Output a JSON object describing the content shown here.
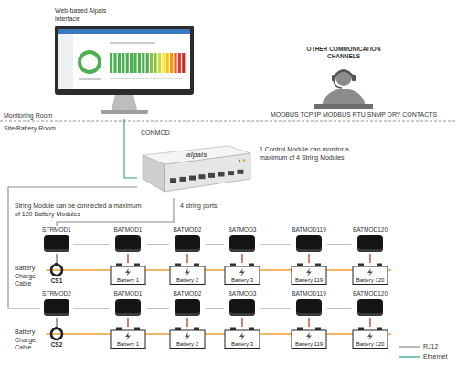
{
  "diagram": {
    "nodes": [
      {
        "text": [
          "Web-based Alpais interface"
        ]
      },
      {
        "text": [
          "OTHER COMMUNICATION CHANNELS"
        ]
      },
      {
        "text": [
          "CONMOD",
          "alpais"
        ]
      },
      {
        "text": [
          "STRMOD1"
        ]
      },
      {
        "text": [
          "BATMOD1"
        ]
      },
      {
        "text": [
          "BATMOD2"
        ]
      },
      {
        "text": [
          "BATMOD3"
        ]
      },
      {
        "text": [
          "BATMOD119"
        ]
      },
      {
        "text": [
          "BATMOD120"
        ]
      },
      {
        "text": [
          "Battery 1"
        ]
      },
      {
        "text": [
          "Battery 2"
        ]
      },
      {
        "text": [
          "Battery 3"
        ]
      },
      {
        "text": [
          "Battery 119"
        ]
      },
      {
        "text": [
          "Battery 120"
        ]
      },
      {
        "text": [
          "CS1"
        ]
      },
      {
        "text": [
          "STRMOD2"
        ]
      },
      {
        "text": [
          "BATMOD1"
        ]
      },
      {
        "text": [
          "BATMOD2"
        ]
      },
      {
        "text": [
          "BATMOD3"
        ]
      },
      {
        "text": [
          "BATMOD119"
        ]
      },
      {
        "text": [
          "BATMOD120"
        ]
      },
      {
        "text": [
          "Battery 1"
        ]
      },
      {
        "text": [
          "Battery 2"
        ]
      },
      {
        "text": [
          "Battery 3"
        ]
      },
      {
        "text": [
          "Battery 119"
        ]
      },
      {
        "text": [
          "Battery 120"
        ]
      },
      {
        "text": [
          "CS2"
        ]
      }
    ],
    "edges": [
      {
        "from": 0,
        "to": 2,
        "arrow": "none"
      },
      {
        "from": 2,
        "to": 3,
        "arrow": "none"
      },
      {
        "from": 2,
        "to": 15,
        "arrow": "none"
      },
      {
        "from": 3,
        "to": 4,
        "arrow": "none"
      },
      {
        "from": 4,
        "to": 5,
        "arrow": "none"
      },
      {
        "from": 5,
        "to": 6,
        "arrow": "none"
      },
      {
        "from": 6,
        "to": 7,
        "arrow": "none"
      },
      {
        "from": 7,
        "to": 8,
        "arrow": "none"
      },
      {
        "from": 4,
        "to": 9,
        "arrow": "none"
      },
      {
        "from": 5,
        "to": 10,
        "arrow": "none"
      },
      {
        "from": 6,
        "to": 11,
        "arrow": "none"
      },
      {
        "from": 7,
        "to": 12,
        "arrow": "none"
      },
      {
        "from": 8,
        "to": 13,
        "arrow": "none"
      },
      {
        "from": 3,
        "to": 14,
        "arrow": "none"
      },
      {
        "from": 15,
        "to": 16,
        "arrow": "none"
      },
      {
        "from": 16,
        "to": 17,
        "arrow": "none"
      },
      {
        "from": 17,
        "to": 18,
        "arrow": "none"
      },
      {
        "from": 18,
        "to": 19,
        "arrow": "none"
      },
      {
        "from": 19,
        "to": 20,
        "arrow": "none"
      },
      {
        "from": 16,
        "to": 21,
        "arrow": "none"
      },
      {
        "from": 17,
        "to": 22,
        "arrow": "none"
      },
      {
        "from": 18,
        "to": 23,
        "arrow": "none"
      },
      {
        "from": 19,
        "to": 24,
        "arrow": "none"
      },
      {
        "from": 20,
        "to": 25,
        "arrow": "none"
      },
      {
        "from": 15,
        "to": 26,
        "arrow": "none"
      }
    ],
    "labels": [
      "Monitoring Room",
      "Site/Battery Room",
      "MODBUS TCP/IP MODBUS RTU SNMP DRY CONTACTS",
      "1 Control Module can monitor a maximum of 4 String Modules",
      "4 string ports",
      "String Module can be connected a maximum of 120 Battery Modules",
      "Battery Charge Cable",
      "Battery Charge Cable"
    ],
    "legend": [
      {
        "text": "RJ12"
      },
      {
        "text": "Ethernet"
      }
    ]
  }
}
